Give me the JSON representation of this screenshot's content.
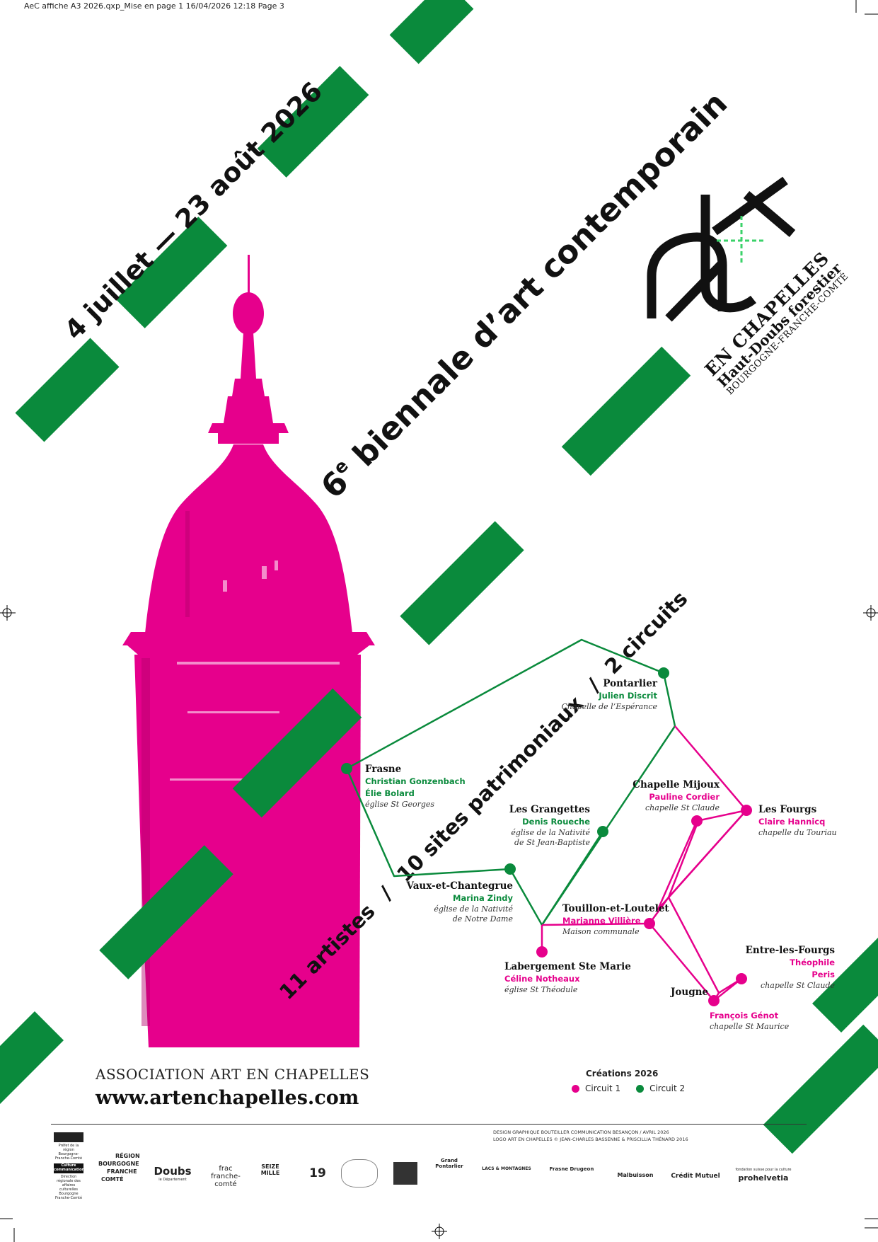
{
  "header": {
    "text": "AeC affiche A3 2026.qxp_Mise en page 1  16/04/2026  12:18  Page 3"
  },
  "headline": {
    "dates": "4 juillet — 23 août 2026",
    "edition_number": "6",
    "edition_suffix": "e",
    "edition_rest": " biennale d’art contemporain",
    "stats_artists": "11 artistes",
    "stats_sites": "10 sites patrimoniaux",
    "stats_circuits": "2 circuits",
    "separator": "/"
  },
  "brand": {
    "line1": "EN CHAPELLES",
    "line2": "Haut-Doubs forestier",
    "line3": "BOURGOGNE-FRANCHE-COMTÉ"
  },
  "map": {
    "locations": [
      {
        "name": "Pontarlier",
        "artists": [
          "Julien Discrit"
        ],
        "place": [
          "Chapelle de l’Espérance"
        ],
        "circuit": "green"
      },
      {
        "name": "Frasne",
        "artists": [
          "Christian Gonzenbach",
          "Élie Bolard"
        ],
        "place": [
          "église St Georges"
        ],
        "circuit": "green"
      },
      {
        "name": "Chapelle Mijoux",
        "artists": [
          "Pauline Cordier"
        ],
        "place": [
          "chapelle St Claude"
        ],
        "circuit": "pink"
      },
      {
        "name": "Les Fourgs",
        "artists": [
          "Claire Hannicq"
        ],
        "place": [
          "chapelle du Touriau"
        ],
        "circuit": "pink"
      },
      {
        "name": "Les Grangettes",
        "artists": [
          "Denis Roueche"
        ],
        "place": [
          "église de la Nativité",
          "de St Jean-Baptiste"
        ],
        "circuit": "green"
      },
      {
        "name": "Vaux-et-Chantegrue",
        "artists": [
          "Marina Zindy"
        ],
        "place": [
          "église de la Nativité",
          "de Notre Dame"
        ],
        "circuit": "green"
      },
      {
        "name": "Touillon-et-Loutelet",
        "artists": [
          "Marianne Villière"
        ],
        "place": [
          "Maison communale"
        ],
        "circuit": "pink"
      },
      {
        "name": "Labergement Ste Marie",
        "artists": [
          "Céline Notheaux"
        ],
        "place": [
          "église St Théodule"
        ],
        "circuit": "pink"
      },
      {
        "name": "Entre-les-Fourgs",
        "artists": [
          "Théophile",
          "Peris"
        ],
        "place": [
          "chapelle St Claude"
        ],
        "circuit": "pink"
      },
      {
        "name": "Jougne",
        "artists": [
          "François Génot"
        ],
        "place": [
          "chapelle St Maurice"
        ],
        "circuit": "pink"
      }
    ]
  },
  "legend": {
    "title": "Créations 2026",
    "circuit1": "Circuit 1",
    "circuit2": "Circuit 2"
  },
  "footer": {
    "association": "ASSOCIATION ART EN CHAPELLES",
    "website": "www.artenchapelles.com",
    "credits_line1": "DESIGN GRAPHIQUE BOUTEILLER COMMUNICATION BESANÇON / AVRIL 2026",
    "credits_line2": "LOGO ART EN CHAPELLES © JEAN-CHARLES BASSENNE & PRISCILLIA THÉNARD 2016"
  },
  "logos": {
    "prefet": "Préfet de la région Bourgogne-Franche-Comté",
    "culture": "Culture communication",
    "drac": "Direction régionale des affaires culturelles Bourgogne Franche-Comté",
    "region": [
      "RÉGION",
      "BOURGOGNE",
      "FRANCHE",
      "COMTÉ"
    ],
    "doubs": "Doubs",
    "doubs_sub": "le Département",
    "frac": "frac",
    "frac_sub": "franche-comté",
    "seize": "SEIZE MILLE",
    "n19": "19",
    "grand_pontarlier": "Grand Pontarlier",
    "lacs": "LACS & MONTAGNES",
    "frasne": "Frasne Drugeon",
    "malbuisson": "Malbuisson",
    "credit": "Crédit Mutuel",
    "helvetia": "prohelvetia",
    "helvetia_sub": "fondation suisse pour la culture"
  },
  "colors": {
    "green": "#0a8a3c",
    "pink": "#e6008c"
  }
}
